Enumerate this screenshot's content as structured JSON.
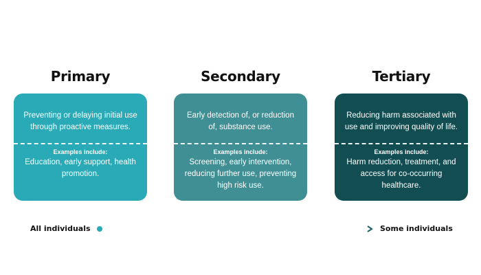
{
  "colors": {
    "primary": "#2aaab6",
    "secondary": "#3f8f94",
    "tertiary": "#124d52",
    "axis_start": "#2aaab6",
    "axis_end": "#1f6266"
  },
  "columns": [
    {
      "title": "Primary",
      "description": "Preventing or delaying initial use through proactive measures.",
      "examples_label": "Examples include:",
      "examples": "Education, early support, health promotion."
    },
    {
      "title": "Secondary",
      "description": "Early detection of, or reduction of, substance use.",
      "examples_label": "Examples include:",
      "examples": "Screening, early intervention, reducing further use, preventing high risk use."
    },
    {
      "title": "Tertiary",
      "description": "Reducing harm associated with use and improving quality of life.",
      "examples_label": "Examples include:",
      "examples": "Harm reduction, treatment, and access for co-occurring healthcare."
    }
  ],
  "axis": {
    "start_label": "All individuals",
    "end_label": "Some individuals"
  }
}
